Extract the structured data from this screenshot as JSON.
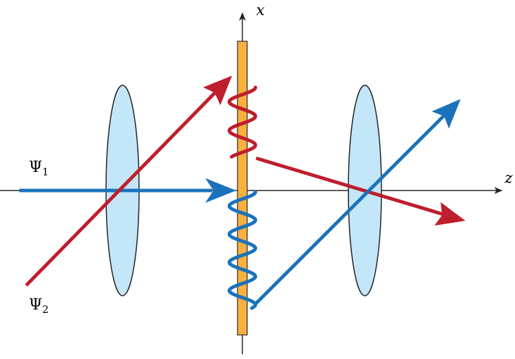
{
  "labels": {
    "x_axis": "x",
    "z_axis": "z",
    "psi1_base": "Ψ",
    "psi1_sub": "1",
    "psi2_base": "Ψ",
    "psi2_sub": "2"
  },
  "colors": {
    "blue_beam": "#1a72bb",
    "red_beam": "#be1e2d",
    "lens_fill": "#c3e6f9",
    "plate_fill": "#f9b03f",
    "axis": "#222222"
  }
}
